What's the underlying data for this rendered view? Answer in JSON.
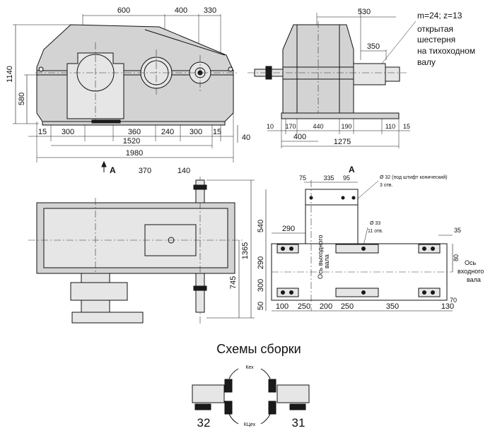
{
  "front_view": {
    "dims_top": [
      "600",
      "400",
      "330"
    ],
    "dims_left": [
      "1140",
      "580"
    ],
    "dims_bottom_row1": [
      "15",
      "300",
      "360",
      "240",
      "300",
      "15"
    ],
    "dim_1520": "1520",
    "dim_1980": "1980",
    "dim_40": "40",
    "section_mark": "А"
  },
  "side_view": {
    "dim_530": "530",
    "dim_350": "350",
    "note_line1": "m=24; z=13",
    "note_line2": "открытая",
    "note_line3": "шестерня",
    "note_line4": "на тихоходном",
    "note_line5": "валу",
    "dims_bottom_row1": [
      "10",
      "170",
      "440",
      "190",
      "110",
      "15"
    ],
    "dim_400": "400",
    "dim_1275": "1275"
  },
  "plan_view": {
    "dim_370": "370",
    "dim_140": "140",
    "dim_1365": "1365",
    "dim_745": "745"
  },
  "foundation": {
    "section_mark": "А",
    "hole1_line1": "Ø 32 (под штифт конический)",
    "hole1_line2": "3 отв.",
    "hole2_line1": "Ø 33",
    "hole2_line2": "11 отв.",
    "dims_top": [
      "75",
      "335",
      "95"
    ],
    "dim_290_top": "290",
    "dim_35": "35",
    "dims_left": [
      "540",
      "290",
      "300",
      "50"
    ],
    "dim_80": "80",
    "dim_70": "70",
    "dims_bottom": [
      "100",
      "250",
      "200",
      "250",
      "350",
      "130"
    ],
    "input_shaft_axis_vertical_1": "Ось выходного",
    "input_shaft_axis_vertical_2": "вала",
    "input_shaft_axis_line1": "Ось",
    "input_shaft_axis_line2": "входного",
    "input_shaft_axis_line3": "вала"
  },
  "assembly": {
    "title": "Схемы сборки",
    "label_top": "Кех",
    "label_bottom": "КЦех",
    "scheme_left": "32",
    "scheme_right": "31"
  }
}
